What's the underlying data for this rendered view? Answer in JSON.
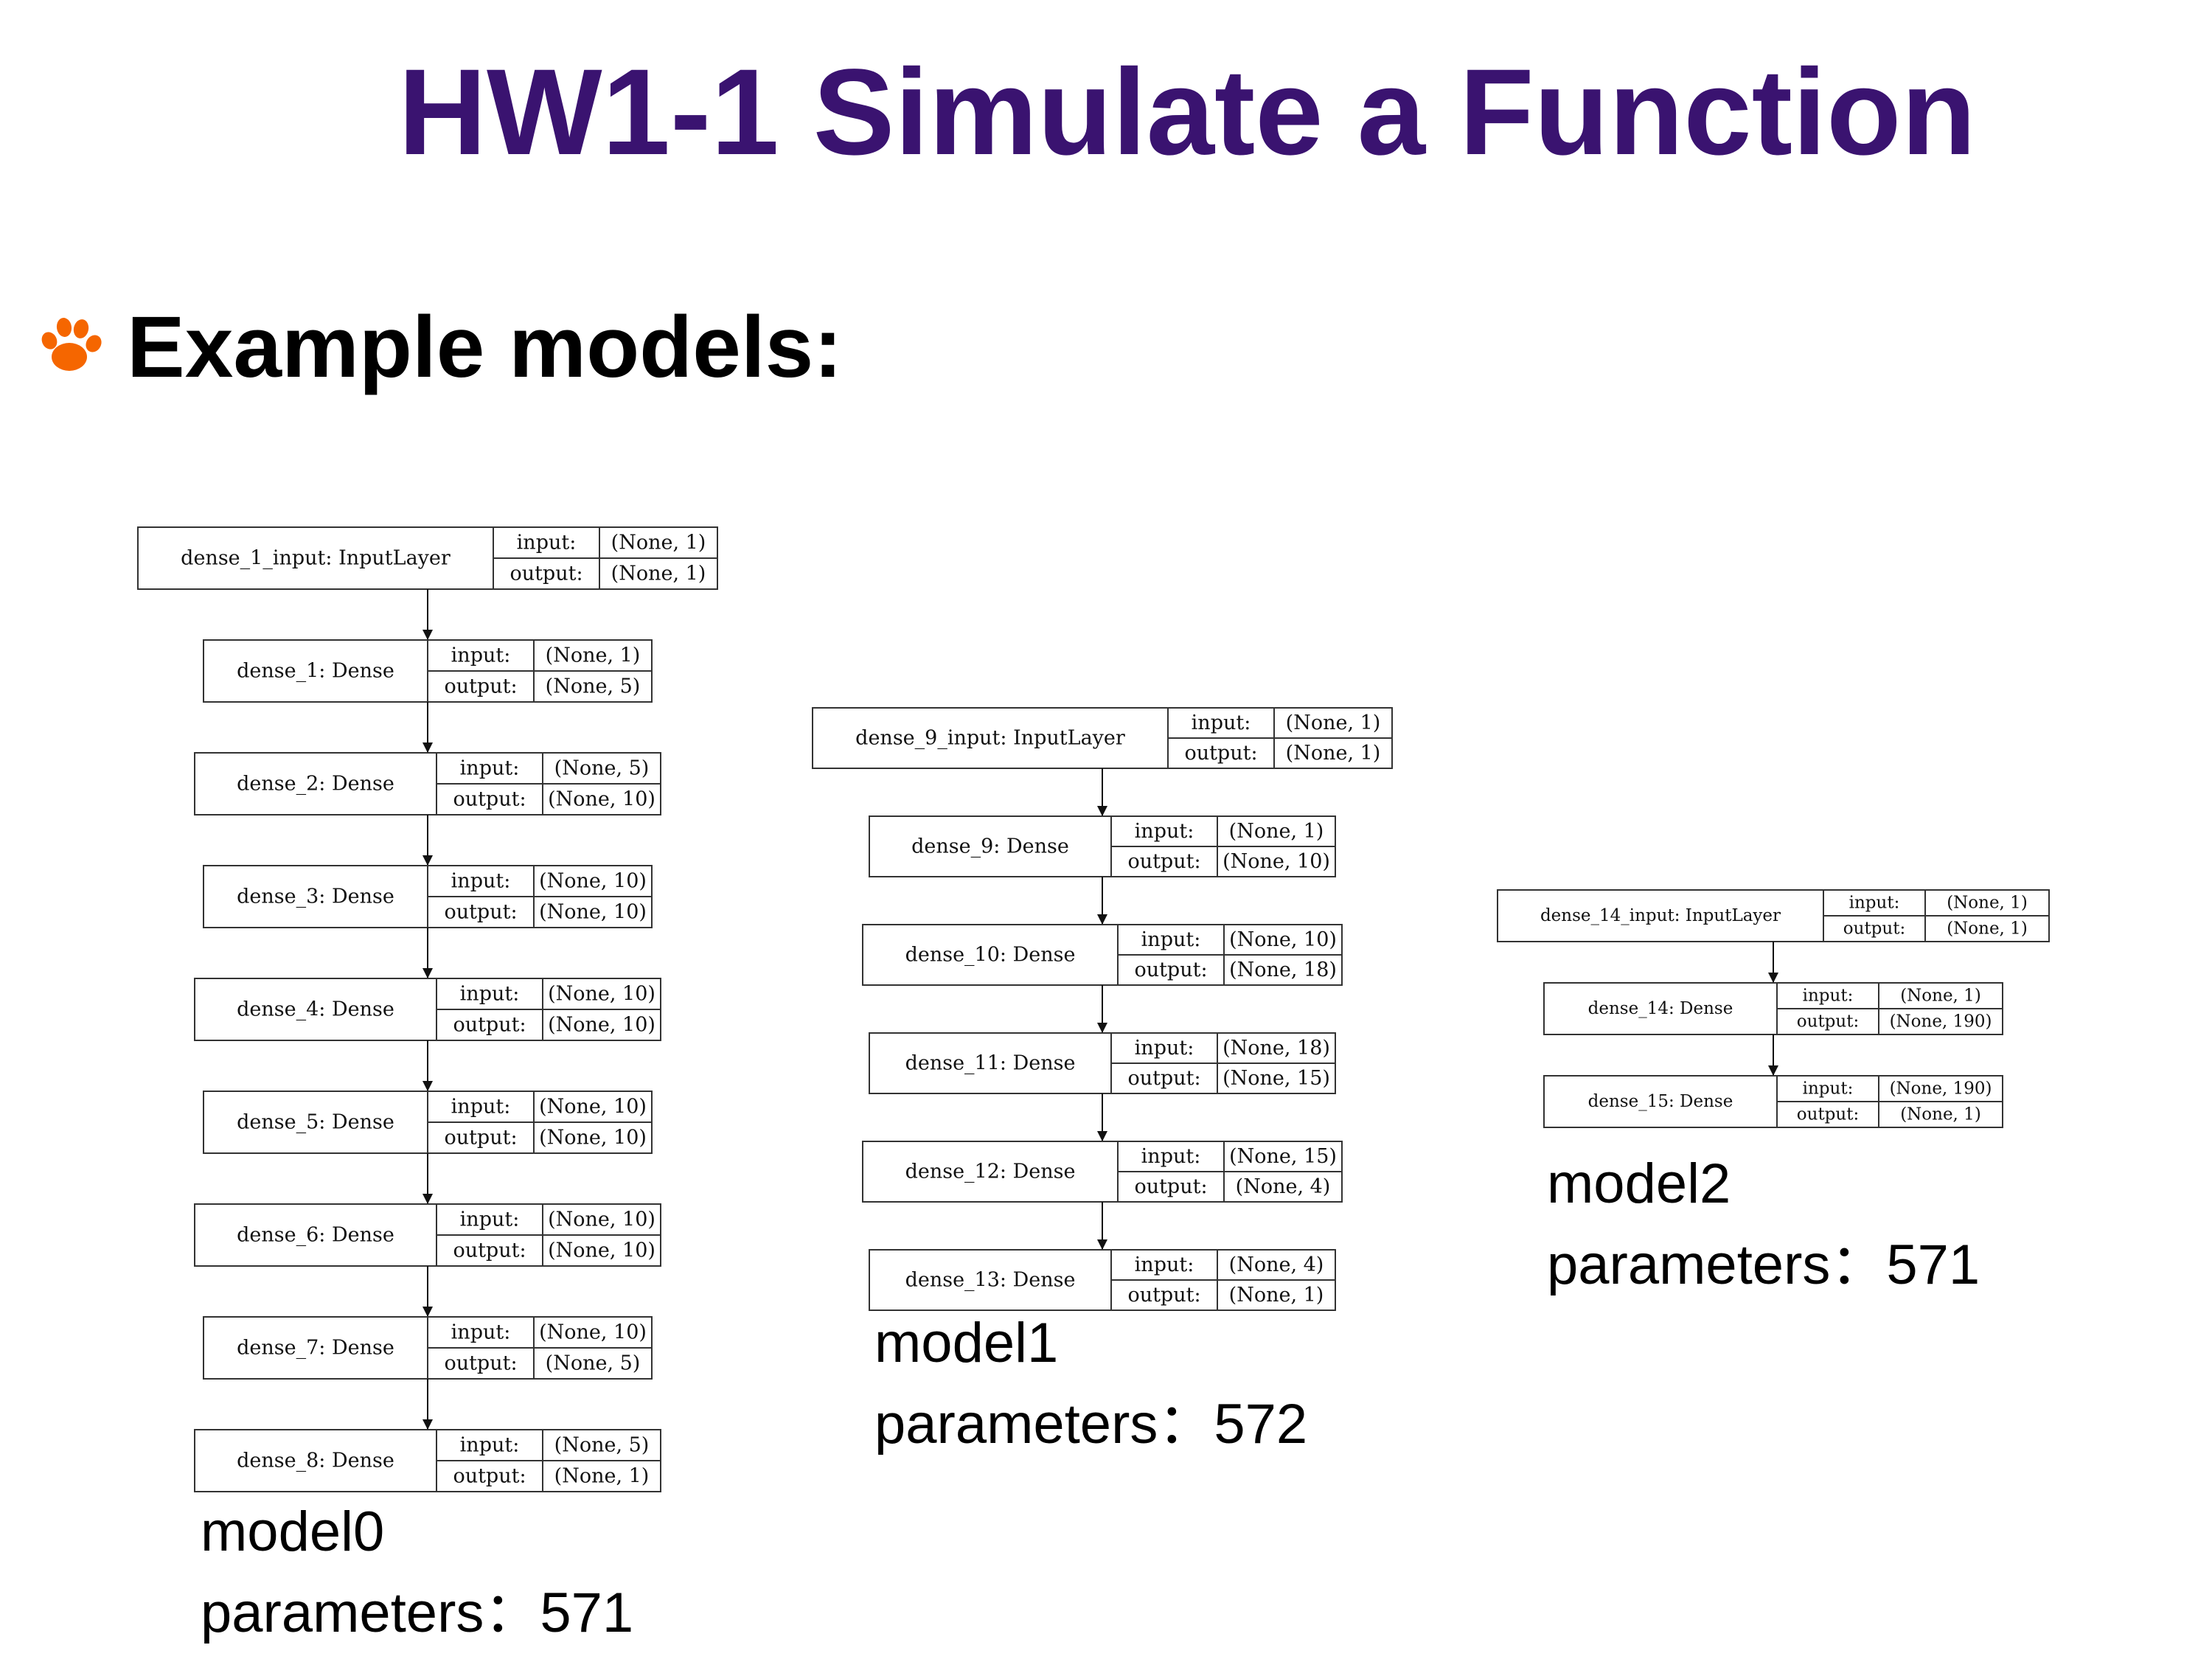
{
  "slide": {
    "title": "HW1-1 Simulate a Function",
    "bullet_icon": "paw-print-icon",
    "heading": "Example models:",
    "colors": {
      "title": "#3a1370",
      "bullet": "#f56600"
    }
  },
  "diagram_labels": {
    "input": "input:",
    "output": "output:"
  },
  "models": [
    {
      "name": "model0",
      "parameters_label": "parameters：",
      "parameters": "571",
      "layers": [
        {
          "name": "dense_1_input: InputLayer",
          "input": "(None, 1)",
          "output": "(None, 1)"
        },
        {
          "name": "dense_1: Dense",
          "input": "(None, 1)",
          "output": "(None, 5)"
        },
        {
          "name": "dense_2: Dense",
          "input": "(None, 5)",
          "output": "(None, 10)"
        },
        {
          "name": "dense_3: Dense",
          "input": "(None, 10)",
          "output": "(None, 10)"
        },
        {
          "name": "dense_4: Dense",
          "input": "(None, 10)",
          "output": "(None, 10)"
        },
        {
          "name": "dense_5: Dense",
          "input": "(None, 10)",
          "output": "(None, 10)"
        },
        {
          "name": "dense_6: Dense",
          "input": "(None, 10)",
          "output": "(None, 10)"
        },
        {
          "name": "dense_7: Dense",
          "input": "(None, 10)",
          "output": "(None, 5)"
        },
        {
          "name": "dense_8: Dense",
          "input": "(None, 5)",
          "output": "(None, 1)"
        }
      ]
    },
    {
      "name": "model1",
      "parameters_label": "parameters：",
      "parameters": "572",
      "layers": [
        {
          "name": "dense_9_input: InputLayer",
          "input": "(None, 1)",
          "output": "(None, 1)"
        },
        {
          "name": "dense_9: Dense",
          "input": "(None, 1)",
          "output": "(None, 10)"
        },
        {
          "name": "dense_10: Dense",
          "input": "(None, 10)",
          "output": "(None, 18)"
        },
        {
          "name": "dense_11: Dense",
          "input": "(None, 18)",
          "output": "(None, 15)"
        },
        {
          "name": "dense_12: Dense",
          "input": "(None, 15)",
          "output": "(None, 4)"
        },
        {
          "name": "dense_13: Dense",
          "input": "(None, 4)",
          "output": "(None, 1)"
        }
      ]
    },
    {
      "name": "model2",
      "parameters_label": "parameters：",
      "parameters": "571",
      "layers": [
        {
          "name": "dense_14_input: InputLayer",
          "input": "(None, 1)",
          "output": "(None, 1)"
        },
        {
          "name": "dense_14: Dense",
          "input": "(None, 1)",
          "output": "(None, 190)"
        },
        {
          "name": "dense_15: Dense",
          "input": "(None, 190)",
          "output": "(None, 1)"
        }
      ]
    }
  ]
}
